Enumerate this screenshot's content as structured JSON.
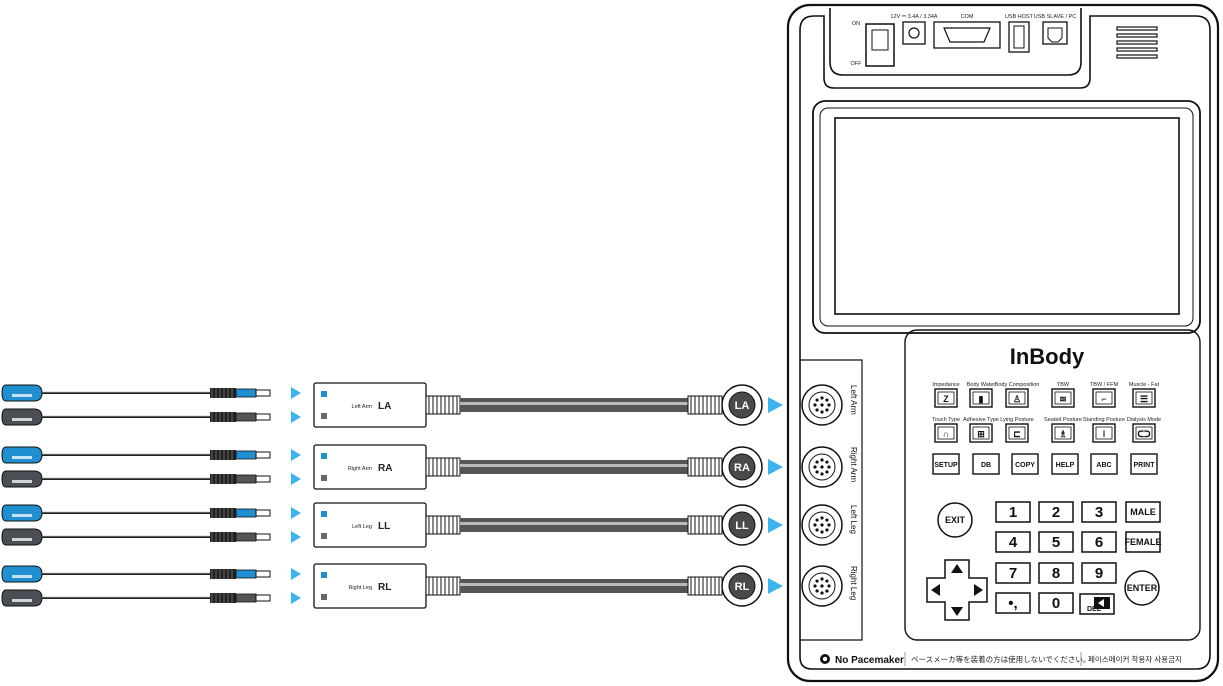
{
  "brand": {
    "logo_text": "InBody"
  },
  "colors": {
    "accent_blue": "#1f8fcf",
    "arrow_blue": "#3eb4ec",
    "body_stroke": "#111111",
    "cable_dark": "#222222"
  },
  "top_panel": {
    "switch_on": "ON",
    "switch_off": "OFF",
    "power_label": "12V ⎓ 3.4A / 3.34A",
    "com_label": "COM",
    "usb_host_label": "USB HOST",
    "usb_slave_label": "USB SLAVE / PC"
  },
  "electrode_channels": [
    {
      "id": "LA",
      "name": "Left Arm",
      "boxlabel": "Left Arm",
      "port": "Left Arm",
      "badge": "LA"
    },
    {
      "id": "RA",
      "name": "Right Arm",
      "boxlabel": "Right Arm",
      "port": "Right Arm",
      "badge": "RA"
    },
    {
      "id": "LL",
      "name": "Left Leg",
      "boxlabel": "Left Leg",
      "port": "Left Leg",
      "badge": "LL"
    },
    {
      "id": "RL",
      "name": "Right Leg",
      "boxlabel": "Right Leg",
      "port": "Right Leg",
      "badge": "RL"
    }
  ],
  "function_keys": [
    {
      "label": "Impedance",
      "icon": "impedance-icon",
      "glyph": "Z"
    },
    {
      "label": "Body Water",
      "icon": "body-water-icon",
      "glyph": "▮"
    },
    {
      "label": "Body Composition",
      "icon": "body-composition-icon",
      "glyph": "♙"
    },
    {
      "label": "TBW",
      "icon": "tbw-icon",
      "glyph": "≋"
    },
    {
      "label": "TBW / FFM",
      "icon": "tbw-ffm-icon",
      "glyph": "⌐"
    },
    {
      "label": "Muscle - Fat",
      "icon": "muscle-fat-icon",
      "glyph": "☰"
    },
    {
      "label": "Touch Type",
      "icon": "touch-type-icon",
      "glyph": "∩"
    },
    {
      "label": "Adhesive Type",
      "icon": "adhesive-type-icon",
      "glyph": "⊞"
    },
    {
      "label": "Lying Posture",
      "icon": "lying-posture-icon",
      "glyph": "⊏"
    },
    {
      "label": "Seated Posture",
      "icon": "seated-posture-icon",
      "glyph": "♗"
    },
    {
      "label": "Standing Posture",
      "icon": "standing-posture-icon",
      "glyph": "ǀ"
    },
    {
      "label": "Dialysis Mode",
      "icon": "dialysis-mode-icon",
      "glyph": "ᑕᑐ"
    }
  ],
  "command_keys": [
    "SETUP",
    "DB",
    "COPY",
    "HELP",
    "ABC",
    "PRINT"
  ],
  "keypad": {
    "exit": "EXIT",
    "enter": "ENTER",
    "del": "DEL",
    "male": "MALE",
    "female": "FEMALE",
    "digits": [
      "1",
      "2",
      "3",
      "4",
      "5",
      "6",
      "7",
      "8",
      "9",
      "•,",
      "0"
    ]
  },
  "footer": {
    "warning_main": "No Pacemaker",
    "warning_jp": "ペースメーカ等を装着の方は使用しないでください。",
    "warning_kr": "페이스메이커 착용자 사용금지"
  }
}
